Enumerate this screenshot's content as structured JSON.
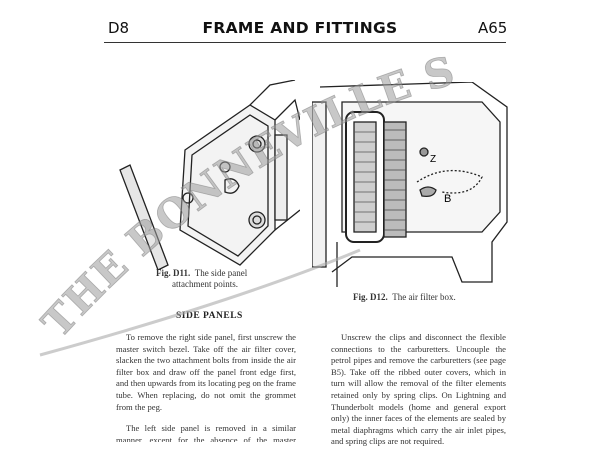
{
  "header": {
    "section": "D8",
    "title": "FRAME AND FITTINGS",
    "page_code": "A65"
  },
  "figures": [
    {
      "label": "Fig. D11.",
      "caption_line1": "The side panel",
      "caption_line2": "attachment points."
    },
    {
      "label": "Fig. D12.",
      "caption": "The air filter box.",
      "callouts": [
        "Z",
        "B"
      ]
    }
  ],
  "section_heading": "SIDE PANELS",
  "left_column": [
    "To remove the right side panel, first unscrew the master switch bezel. Take off the air filter cover, slacken the two attachment bolts from inside the air filter box and draw off the panel front edge first, and then upwards from its locating peg on the frame tube. When replacing, do not omit the grommet from the peg.",
    "The left side panel is removed in a similar manner, except for the absence of the master switch."
  ],
  "right_column": [
    "Unscrew the clips and disconnect the flexible connections to the carburetters. Uncouple the petrol pipes and remove the carburetters (see page B5). Take off the ribbed outer covers, which in turn will allow the removal of the filter elements retained only by spring clips. On Lightning and Thunderbolt models (home and general export only) the inner faces of the elements are sealed by metal diaphragms which carry the air inlet pipes, and spring clips are not required."
  ],
  "watermark": "THE BONNEVILLE SHOP",
  "colors": {
    "ink": "#222222",
    "watermark": "#9a9a9a"
  }
}
